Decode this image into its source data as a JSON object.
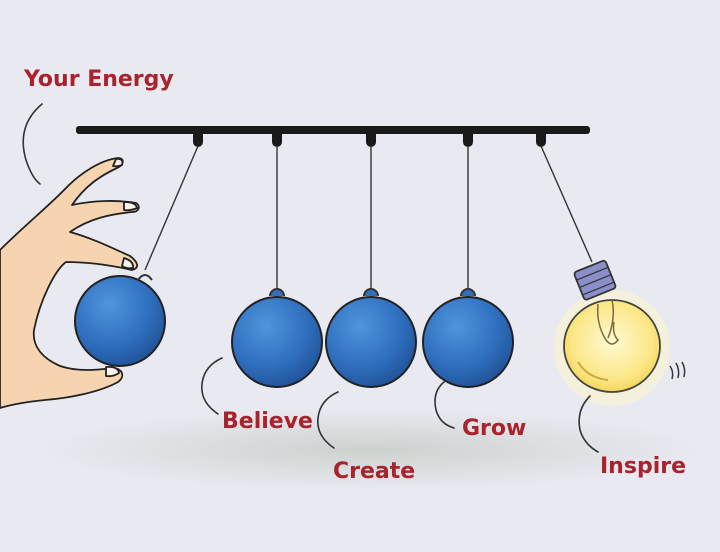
{
  "labels": {
    "energy": "Your Energy",
    "believe": "Believe",
    "create": "Create",
    "grow": "Grow",
    "inspire": "Inspire"
  },
  "icons": {
    "hand": "hand-icon",
    "ball": "pendulum-ball-icon",
    "bulb": "light-bulb-icon"
  },
  "colors": {
    "background": "#e9e9f1",
    "label": "#a8232c",
    "ball": "#2f6fbe",
    "bar": "#1a1a1a",
    "bulb": "#fbe785"
  }
}
